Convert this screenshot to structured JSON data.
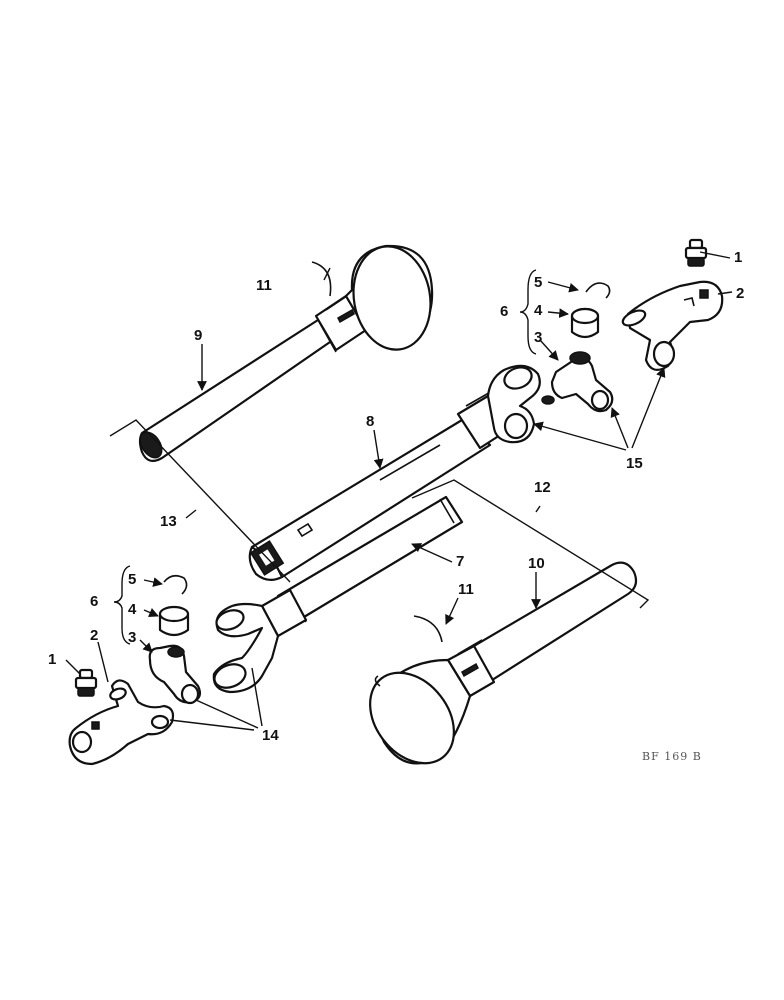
{
  "callouts": {
    "n1_right": "1",
    "n2_right": "2",
    "n3_right": "3",
    "n4_right": "4",
    "n5_right": "5",
    "n6_right": "6",
    "n11_top": "11",
    "n9": "9",
    "n8": "8",
    "n15": "15",
    "n13": "13",
    "n12": "12",
    "n7": "7",
    "n10": "10",
    "n11_bottom": "11",
    "n5_left": "5",
    "n6_left": "6",
    "n4_left": "4",
    "n3_left": "3",
    "n2_left": "2",
    "n1_left": "1",
    "n14": "14"
  },
  "drawing_code": "BF 169 B"
}
